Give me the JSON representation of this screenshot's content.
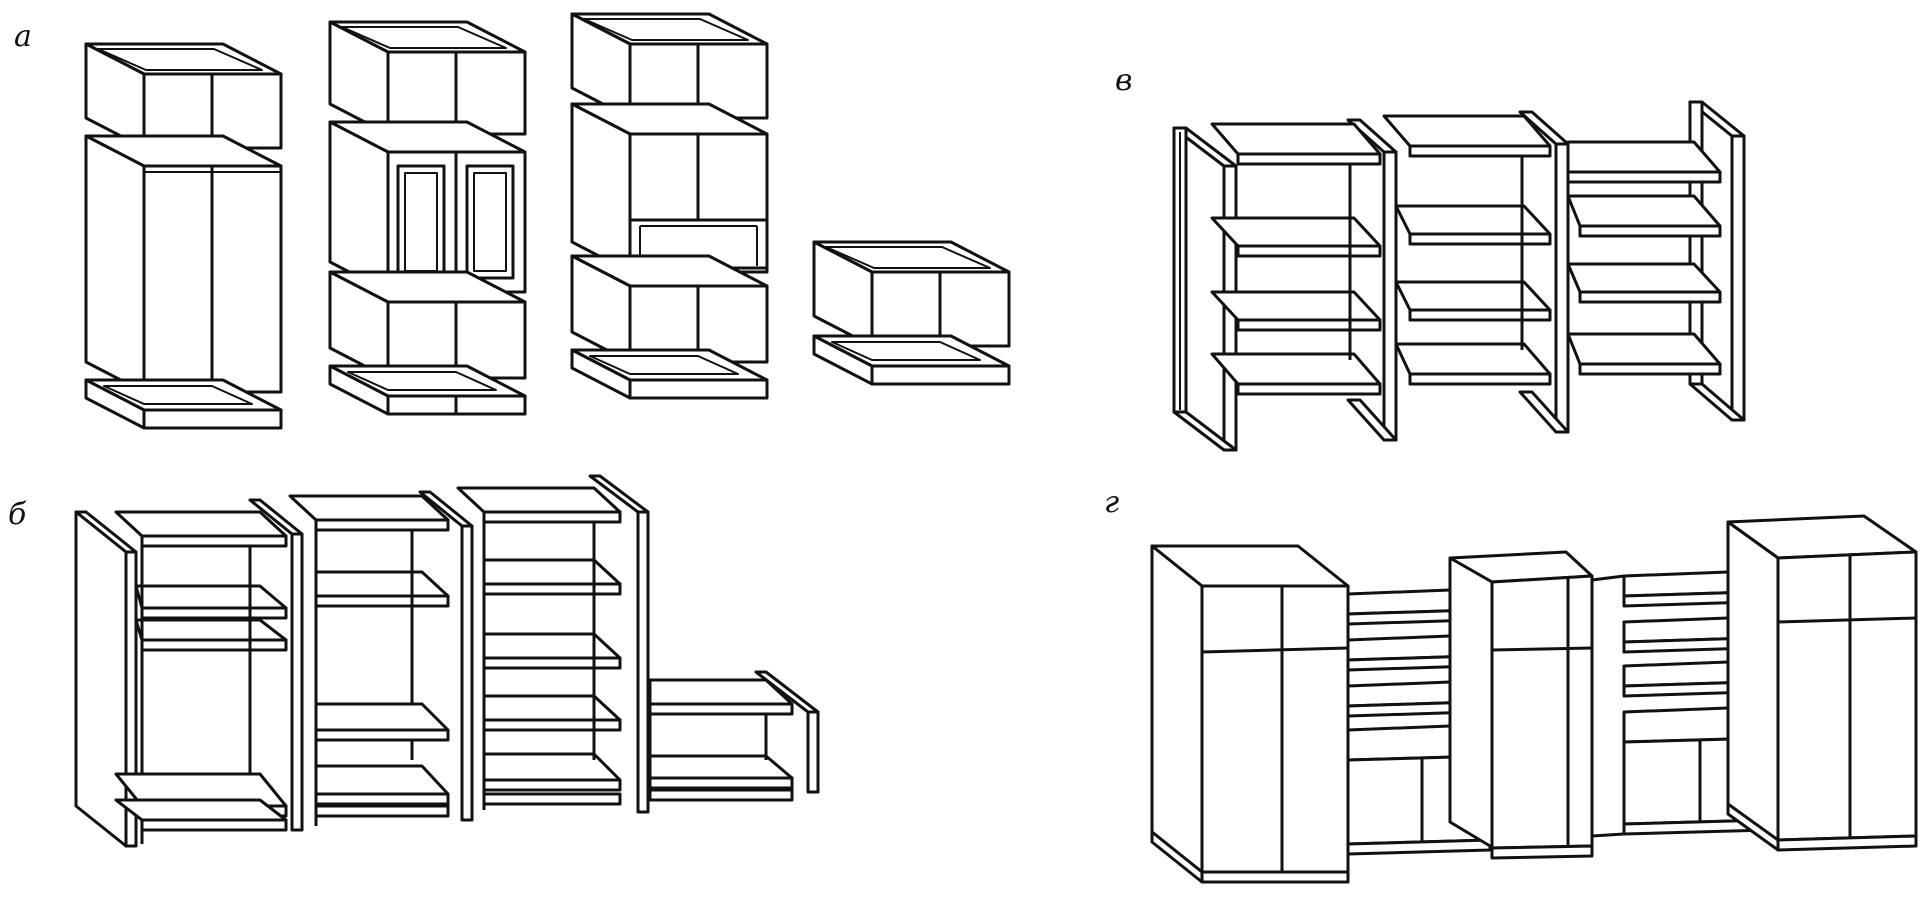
{
  "figure": {
    "panels": [
      {
        "id": "a",
        "label": "а"
      },
      {
        "id": "b",
        "label": "б"
      },
      {
        "id": "v",
        "label": "в"
      },
      {
        "id": "g",
        "label": "г"
      }
    ],
    "colors": {
      "line": "#111111",
      "background": "#ffffff"
    }
  }
}
